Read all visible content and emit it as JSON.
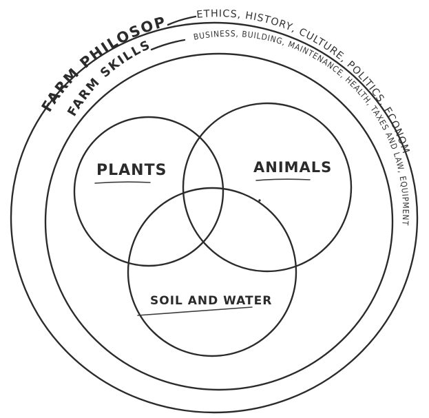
{
  "outer_ring": {
    "title": "FARM PHILOSOPHY",
    "topics": "ETHICS, HISTORY, CULTURE, POLITICS, ECONOMICS"
  },
  "inner_ring": {
    "title": "FARM SKILLS",
    "topics": "BUSINESS, BUILDING, MAINTENANCE, HEALTH, TAXES AND LAW, EQUIPMENT"
  },
  "venn": {
    "plants": "PLANTS",
    "animals": "ANIMALS",
    "soil_water": "SOIL AND WATER"
  }
}
